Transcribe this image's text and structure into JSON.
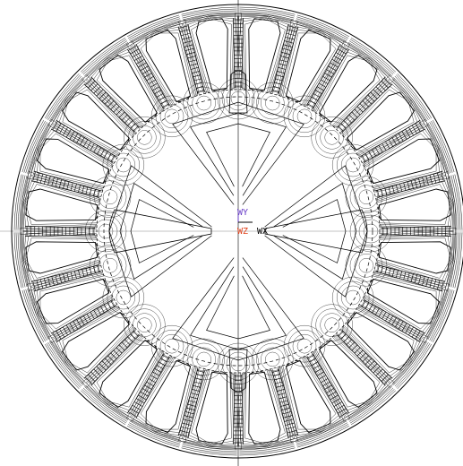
{
  "diagram": {
    "kind": "flux-line plot of a radial-flux machine cross-section",
    "stator_slots": 24,
    "rotor_poles": 4,
    "flux_contours_per_slot": 7
  },
  "triad": {
    "y_label": "WY",
    "z_label": "WZ",
    "x_label": "WX",
    "y_color": "#6a3fc8",
    "z_color": "#e0401a",
    "x_color": "#000000"
  },
  "colors": {
    "background": "#ffffff",
    "lines": "#000000"
  }
}
